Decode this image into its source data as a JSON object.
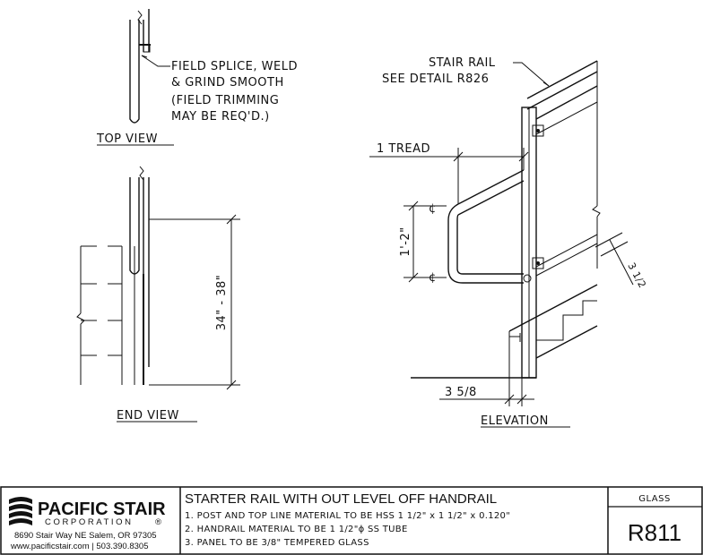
{
  "views": {
    "top_view": {
      "title": "TOP VIEW",
      "note_lines": [
        "FIELD SPLICE, WELD",
        "& GRIND SMOOTH",
        "(FIELD TRIMMING",
        "MAY BE REQ'D.)"
      ]
    },
    "end_view": {
      "title": "END VIEW",
      "height_dim": "34\" - 38\""
    },
    "elevation": {
      "title": "ELEVATION",
      "stair_rail_lines": [
        "STAIR RAIL",
        "SEE DETAIL R826"
      ],
      "tread_dim": "1 TREAD",
      "handrail_dim": "1'-2\"",
      "centerline_symbol": "¢",
      "offset_dim": "3 1/2",
      "post_dim": "3 5/8"
    }
  },
  "title_block": {
    "company": {
      "name": "PACIFIC STAIR",
      "sub": "CORPORATION",
      "reg_mark": "®",
      "address": "8690 Stair Way NE Salem, OR 97305",
      "contact": "www.pacificstair.com  |  503.390.8305"
    },
    "drawing_title": "STARTER RAIL WITH OUT LEVEL OFF HANDRAIL",
    "notes": [
      "1. POST AND TOP LINE MATERIAL TO BE HSS 1 1/2\" x 1 1/2\" x 0.120\"",
      "2. HANDRAIL MATERIAL TO BE 1 1/2\"ϕ SS TUBE",
      "3. PANEL TO BE 3/8\" TEMPERED GLASS"
    ],
    "category": "GLASS",
    "sheet_number": "R811"
  }
}
